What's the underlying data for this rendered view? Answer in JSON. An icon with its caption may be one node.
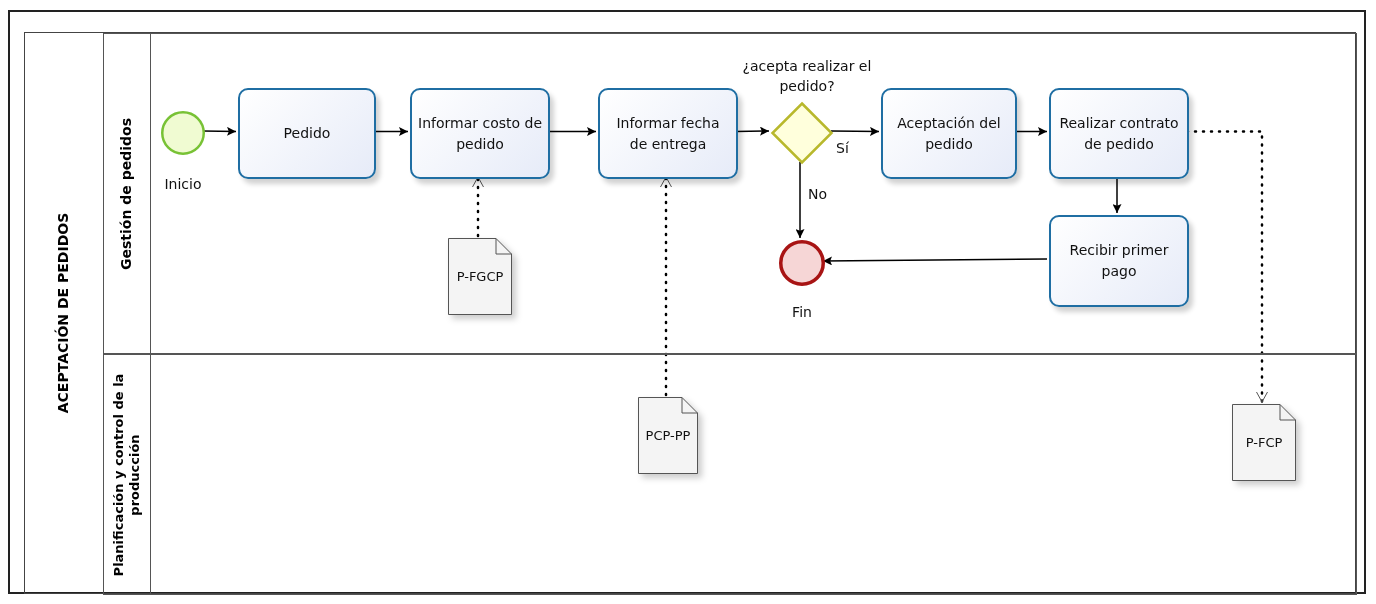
{
  "diagram": {
    "nodes": [
      {
        "text": [
          "ACEPTACIÓN DE PEDIDOS"
        ]
      },
      {
        "text": [
          "Gestión de pedidos"
        ],
        "in": 0
      },
      {
        "text": [
          "Planificación y control de la producción"
        ],
        "in": 0
      },
      {
        "text": [],
        "shape": "circle",
        "beside": [
          "Inicio"
        ],
        "in": 1
      },
      {
        "text": [
          "Pedido"
        ],
        "in": 1
      },
      {
        "text": [
          "Informar costo de pedido"
        ],
        "in": 1
      },
      {
        "text": [
          "Informar fecha de entrega"
        ],
        "in": 1
      },
      {
        "text": [],
        "shape": "diamond",
        "beside": [
          "¿acepta realizar el pedido?"
        ],
        "in": 1
      },
      {
        "text": [
          "Aceptación del pedido"
        ],
        "in": 1
      },
      {
        "text": [
          "Realizar contrato de pedido"
        ],
        "in": 1
      },
      {
        "text": [
          "Recibir primer pago"
        ],
        "in": 1
      },
      {
        "text": [],
        "shape": "circle",
        "beside": [
          "Fin"
        ],
        "in": 1
      },
      {
        "text": [
          "P-FGCP"
        ],
        "in": 1
      },
      {
        "text": [
          "PCP-PP"
        ],
        "in": 2
      },
      {
        "text": [
          "P-FCP"
        ],
        "in": 2
      }
    ],
    "edges": [
      {
        "from": 3,
        "to": 4,
        "arrow": "to"
      },
      {
        "from": 4,
        "to": 5,
        "arrow": "to"
      },
      {
        "from": 5,
        "to": 6,
        "arrow": "to"
      },
      {
        "from": 6,
        "to": 7,
        "arrow": "to"
      },
      {
        "from": 7,
        "to": 8,
        "arrow": "to",
        "label": "Sí"
      },
      {
        "from": 8,
        "to": 9,
        "arrow": "to"
      },
      {
        "from": 9,
        "to": 10,
        "arrow": "to"
      },
      {
        "from": 7,
        "to": 11,
        "arrow": "to",
        "label": "No"
      },
      {
        "from": 10,
        "to": 11,
        "arrow": "to"
      },
      {
        "from": 12,
        "to": 5,
        "arrow": "to",
        "style": "dashed"
      },
      {
        "from": 13,
        "to": 6,
        "arrow": "to",
        "style": "dashed"
      },
      {
        "from": 9,
        "to": 14,
        "arrow": "to",
        "style": "dashed"
      }
    ]
  }
}
